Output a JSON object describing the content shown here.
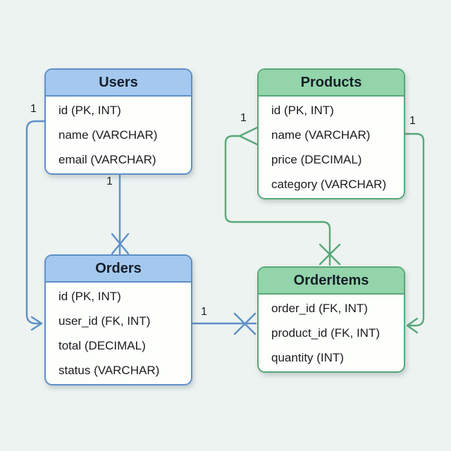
{
  "diagram": {
    "type": "entity-relationship",
    "background": "#edf3f1",
    "colors": {
      "blue_header": "#a5c8ee",
      "blue_border": "#5e90c8",
      "green_header": "#93d4aa",
      "green_border": "#57a878",
      "table_body": "#fdfffd",
      "text": "#1c1c1c"
    },
    "tables": [
      {
        "name": "Users",
        "theme": "blue",
        "fields": [
          "id (PK, INT)",
          "name (VARCHAR)",
          "email (VARCHAR)"
        ]
      },
      {
        "name": "Products",
        "theme": "green",
        "fields": [
          "id (PK, INT)",
          "name (VARCHAR)",
          "price (DECIMAL)",
          "category (VARCHAR)"
        ]
      },
      {
        "name": "Orders",
        "theme": "blue",
        "fields": [
          "id (PK, INT)",
          "user_id (FK, INT)",
          "total (DECIMAL)",
          "status (VARCHAR)"
        ]
      },
      {
        "name": "OrderItems",
        "theme": "green",
        "fields": [
          "order_id (FK, INT)",
          "product_id (FK, INT)",
          "quantity (INT)"
        ]
      }
    ],
    "relationships": [
      {
        "from": "Users",
        "to": "Orders",
        "label": "1",
        "route": "left-side",
        "end_marker": "arrow"
      },
      {
        "from": "Users",
        "to": "Orders",
        "label": "1",
        "route": "vertical",
        "end_marker": "crow-foot-cross"
      },
      {
        "from": "Orders",
        "to": "OrderItems",
        "label": "1",
        "route": "horizontal",
        "end_marker": "crow-foot-cross"
      },
      {
        "from": "Products",
        "to": "OrderItems",
        "label": "1",
        "route": "left-down",
        "end_marker": "crow-foot-cross"
      },
      {
        "from": "Products",
        "to": "OrderItems",
        "label": "1",
        "route": "right-down",
        "end_marker": "arrow"
      }
    ]
  }
}
